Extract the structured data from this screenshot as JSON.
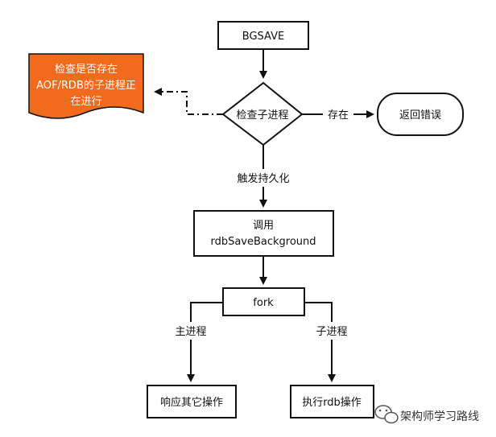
{
  "nodes": {
    "bgsave": "BGSAVE",
    "check_child": "检查子进程",
    "return_error": "返回错误",
    "call_line1": "调用",
    "call_line2": "rdbSaveBackground",
    "fork": "fork",
    "respond_other": "响应其它操作",
    "exec_rdb": "执行rdb操作"
  },
  "note": {
    "line1": "检查是否存在",
    "line2": "AOF/RDB的子进程正",
    "line3": "在进行"
  },
  "edges": {
    "exists": "存在",
    "trigger_persist": "触发持久化",
    "main_process": "主进程",
    "child_process": "子进程"
  },
  "watermark": {
    "text": "架构师学习路线"
  },
  "colors": {
    "note_fill": "#f26a1b",
    "stroke": "#111111"
  }
}
